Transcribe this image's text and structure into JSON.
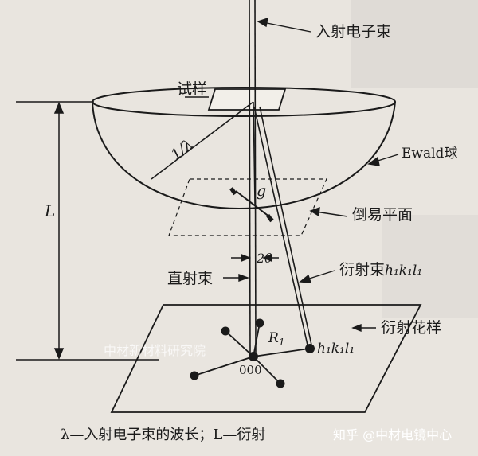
{
  "labels": {
    "incident_beam": "入射电子束",
    "specimen": "试样",
    "ewald_sphere": "Ewald球",
    "reciprocal_plane": "倒易平面",
    "direct_beam": "直射束",
    "diffraction_pattern": "衍射花样",
    "camera_length": "L",
    "radius": "1/λ",
    "g_vector": "g",
    "two_theta": "2θ",
    "R1": "R",
    "R1_sub": "1",
    "origin": "000",
    "diff_beam_prefix": "衍射束",
    "hkl": "h₁k₁l₁"
  },
  "caption": "λ—入射电子束的波长；L—衍射",
  "watermarks": {
    "center": "中材新材料研究院",
    "corner": "知乎 @中材电镜中心"
  },
  "colors": {
    "ink": "#1a1a1a",
    "paper": "#e9e5df",
    "watermark": "#ffffff"
  }
}
